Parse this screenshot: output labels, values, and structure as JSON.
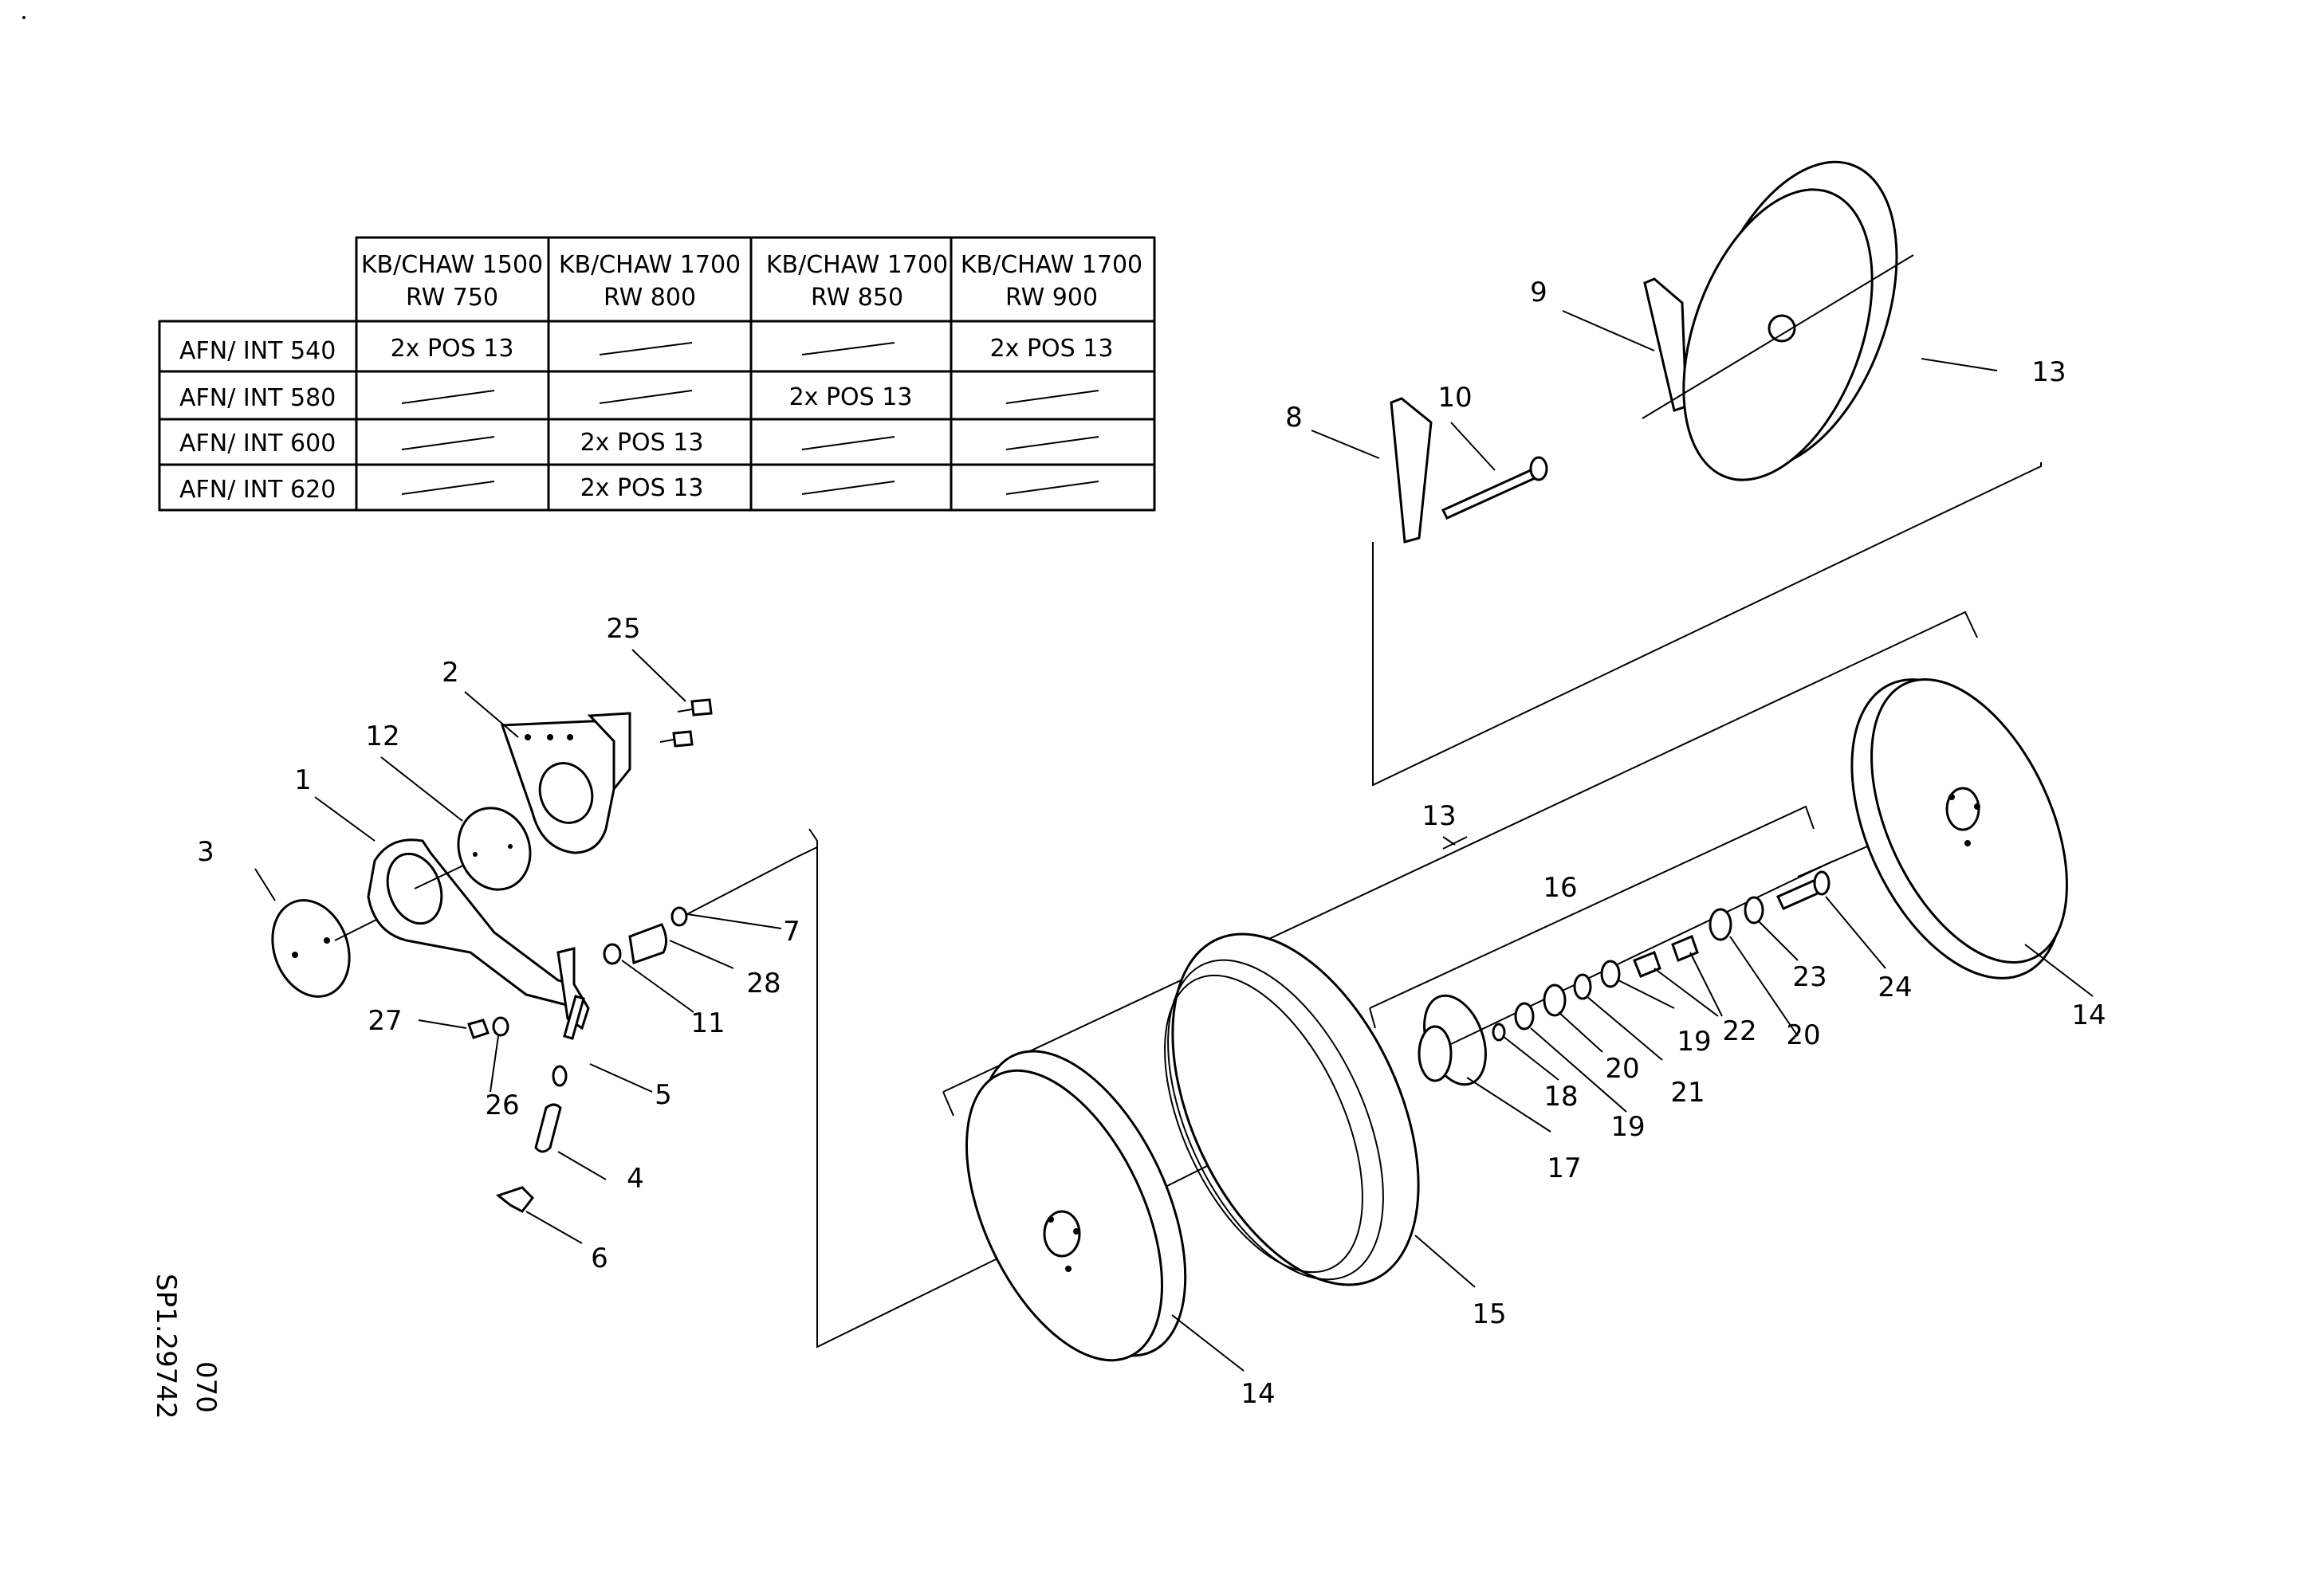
{
  "drawing": {
    "ref_number": "SP1.29742",
    "ref_suffix": "070"
  },
  "table": {
    "headers": [
      {
        "line1": "KB/CHAW 1500",
        "line2": "RW 750"
      },
      {
        "line1": "KB/CHAW 1700",
        "line2": "RW 800"
      },
      {
        "line1": "KB/CHAW 1700",
        "line2": "RW 850"
      },
      {
        "line1": "KB/CHAW 1700",
        "line2": "RW 900"
      }
    ],
    "rows": [
      {
        "label": "AFN/ INT 540",
        "cells": [
          "2x POS 13",
          "",
          "",
          "2x POS 13"
        ]
      },
      {
        "label": "AFN/ INT 580",
        "cells": [
          "",
          "",
          "2x POS 13",
          ""
        ]
      },
      {
        "label": "AFN/ INT 600",
        "cells": [
          "",
          "2x POS 13",
          "",
          ""
        ]
      },
      {
        "label": "AFN/ INT 620",
        "cells": [
          "",
          "2x POS 13",
          "",
          ""
        ]
      }
    ]
  },
  "callouts": [
    {
      "id": "c1",
      "label": "1"
    },
    {
      "id": "c2",
      "label": "2"
    },
    {
      "id": "c3",
      "label": "3"
    },
    {
      "id": "c4",
      "label": "4"
    },
    {
      "id": "c5",
      "label": "5"
    },
    {
      "id": "c6",
      "label": "6"
    },
    {
      "id": "c7",
      "label": "7"
    },
    {
      "id": "c8",
      "label": "8"
    },
    {
      "id": "c9",
      "label": "9"
    },
    {
      "id": "c10",
      "label": "10"
    },
    {
      "id": "c11",
      "label": "11"
    },
    {
      "id": "c12",
      "label": "12"
    },
    {
      "id": "c13a",
      "label": "13"
    },
    {
      "id": "c13b",
      "label": "13"
    },
    {
      "id": "c14a",
      "label": "14"
    },
    {
      "id": "c14b",
      "label": "14"
    },
    {
      "id": "c15",
      "label": "15"
    },
    {
      "id": "c16",
      "label": "16"
    },
    {
      "id": "c17",
      "label": "17"
    },
    {
      "id": "c18",
      "label": "18"
    },
    {
      "id": "c19a",
      "label": "19"
    },
    {
      "id": "c19b",
      "label": "19"
    },
    {
      "id": "c20a",
      "label": "20"
    },
    {
      "id": "c20b",
      "label": "20"
    },
    {
      "id": "c21",
      "label": "21"
    },
    {
      "id": "c22",
      "label": "22"
    },
    {
      "id": "c23",
      "label": "23"
    },
    {
      "id": "c24",
      "label": "24"
    },
    {
      "id": "c25",
      "label": "25"
    },
    {
      "id": "c26",
      "label": "26"
    },
    {
      "id": "c27",
      "label": "27"
    },
    {
      "id": "c28",
      "label": "28"
    }
  ]
}
